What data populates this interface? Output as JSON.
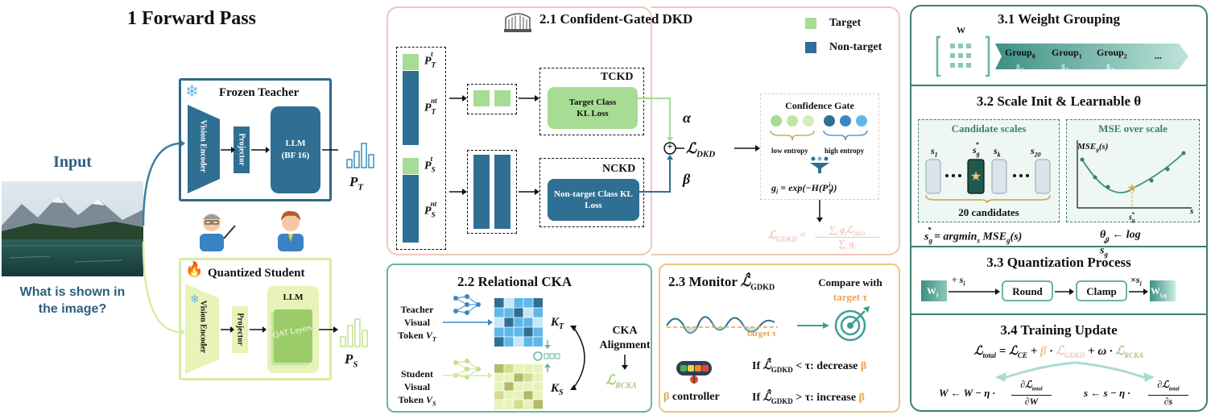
{
  "forward": {
    "title": "1 Forward Pass",
    "input_label": "Input",
    "question": "What is shown in the image?",
    "teacher_title": "Frozen Teacher",
    "student_title": "Quantized Student",
    "vision_encoder": "Vision Encoder",
    "projector": "Projector",
    "llm_teacher": "LLM",
    "llm_teacher_sub": "(BF 16)",
    "llm_student": "LLM",
    "qat_layers": "QAT Layers",
    "pt_label": "P",
    "pt_sub": "T",
    "ps_label": "P",
    "ps_sub": "S"
  },
  "dkd": {
    "title": "2.1 Confident-Gated DKD",
    "legend_target": "Target",
    "legend_nontarget": "Non-target",
    "tckd_title": "TCKD",
    "tckd_box": "Target Class KL Loss",
    "nckd_title": "NCKD",
    "nckd_box": "Non-target Class KL Loss",
    "alpha": "α",
    "beta": "β",
    "plus": "+",
    "l_dkd": "ℒ",
    "l_dkd_sub": "DKD",
    "gate_title": "Confidence Gate",
    "low_entropy": "low entropy",
    "high_entropy": "high entropy",
    "gate_formula": "g",
    "gate_formula_rest": " = exp(−H(P",
    "l_gdkd": "ℒ",
    "l_gdkd_sub": "GDKD",
    "colors": {
      "target": "#a6dc93",
      "nontarget": "#2f6f93",
      "pink_border": "#efc6bc"
    }
  },
  "cka": {
    "title": "2.2 Relational CKA",
    "teacher_token": [
      "Teacher",
      "Visual",
      "Token"
    ],
    "student_token": [
      "Student",
      "Visual",
      "Token"
    ],
    "kt": "K",
    "kt_sub": "T",
    "ks": "K",
    "ks_sub": "S",
    "alignment": [
      "CKA",
      "Alignment"
    ],
    "l_rcka": "ℒ",
    "l_rcka_sub": "RCKA"
  },
  "monitor": {
    "title": "2.3 Monitor",
    "compare": "Compare with",
    "target_tau": "target τ",
    "target_tau_line": "target τ",
    "controller": "controller",
    "rule1_pre": "If ",
    "rule1_mid": " < τ: decrease ",
    "rule2_pre": "If ",
    "rule2_mid": " > τ: increase ",
    "beta": "β"
  },
  "weight": {
    "title": "3.1 Weight Grouping",
    "w": "W",
    "groups": [
      "Group",
      "Group",
      "Group"
    ],
    "group_subs": [
      "0",
      "1",
      "2"
    ],
    "scales": [
      "s",
      "s",
      "s"
    ],
    "ellipsis": "..."
  },
  "scale": {
    "title": "3.2 Scale Init & Learnable θ",
    "candidate_title": "Candidate scales",
    "mse_title": "MSE over scale",
    "candidates": [
      "s",
      "s",
      "s",
      "s"
    ],
    "candidate_subs": [
      "1",
      "g",
      "k",
      "20"
    ],
    "count_label": "20 candidates",
    "mse_ylabel": "MSE",
    "argmin": "= argmin",
    "theta": "θ",
    "theta_rest": " ← log s",
    "axis_s": "s"
  },
  "quant": {
    "title": "3.3 Quantization Process",
    "wi": "W",
    "div": "÷ s",
    "round": "Round",
    "clamp": "Clamp",
    "mul": "×s",
    "wiq": "W"
  },
  "train": {
    "title": "3.4 Training Update",
    "lhs": "ℒ",
    "ce": "ℒ",
    "beta": "β",
    "omega": "ω",
    "update_w": "W ← W − η ·",
    "update_s": "s ← s − η ·"
  }
}
